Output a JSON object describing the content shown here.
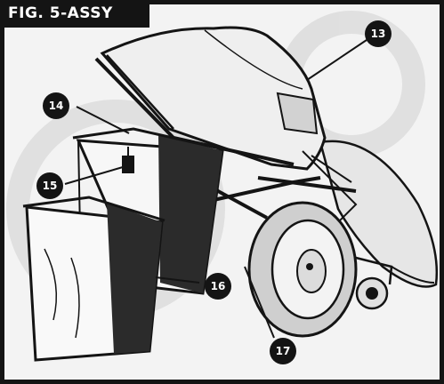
{
  "figure_title": "FIG. 5-ASSY",
  "callouts": [
    "13",
    "14",
    "15",
    "16",
    "17"
  ],
  "colors": {
    "ink": "#141414",
    "paper": "#f3f3f3",
    "bag_mesh": "#2b2b2b"
  }
}
